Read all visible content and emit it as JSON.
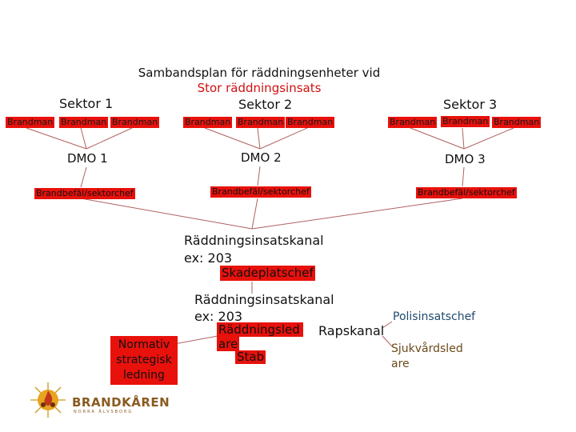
{
  "title": {
    "line1": "Sambandsplan för räddningsenheter vid",
    "line2": "Stor räddningsinsats"
  },
  "sectors": [
    {
      "label": "Sektor 1",
      "units": [
        "Brandman",
        "Brandman",
        "Brandman"
      ],
      "dmo": "DMO 1",
      "officer": "Brandbefäl/sektorchef"
    },
    {
      "label": "Sektor 2",
      "units": [
        "Brandman",
        "Brandman",
        "Brandman"
      ],
      "dmo": "DMO 2",
      "officer": "Brandbefäl/sektorchef"
    },
    {
      "label": "Sektor 3",
      "units": [
        "Brandman",
        "Brandman",
        "Brandman"
      ],
      "dmo": "DMO 3",
      "officer": "Brandbefäl/sektorchef"
    }
  ],
  "channel1": {
    "line1": "Räddningsinsatskanal",
    "line2": "ex: 203",
    "role": "Skadeplatschef"
  },
  "channel2": {
    "line1": "Räddningsinsatskanal",
    "line2": "ex: 203",
    "role_line1": "Räddningsled",
    "role_line2": "are",
    "stab": "Stab"
  },
  "normativ": [
    "Normativ",
    "strategisk",
    "ledning"
  ],
  "rapskanal": "Rapskanal",
  "police": "Polisinsatschef",
  "health": [
    "Sjukvårdsled",
    "are"
  ],
  "logo": {
    "name": "BRANDKÅREN",
    "sub": "NORRA ÄLVSBORG",
    "icon": "brandkaren-logo-icon"
  },
  "colors": {
    "red_box": "#e8110c",
    "connector": "#b06060",
    "title_red": "#d01010"
  }
}
